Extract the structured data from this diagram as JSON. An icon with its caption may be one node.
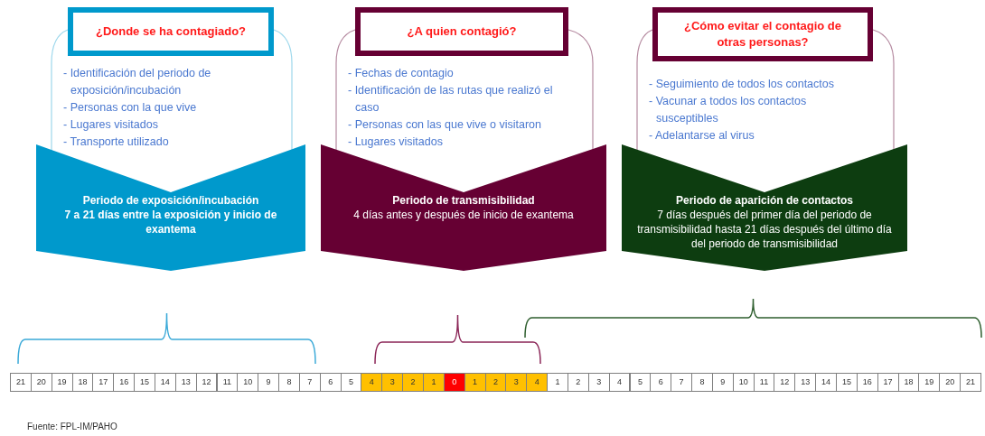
{
  "diagram": {
    "nodes": [
      {
        "text": [
          "- Identificación del periodo de exposición/incubación",
          "- Personas con la que vive",
          "- Lugares visitados",
          "- Transporte utilizado"
        ]
      },
      {
        "text": [
          "¿Donde se ha contagiado?"
        ],
        "in": 0
      },
      {
        "text": [
          "Periodo de exposición/incubación",
          "7 a 21 días entre la exposición y inicio de exantema"
        ],
        "in": 0
      },
      {
        "text": [
          "- Fechas de contagio",
          "- Identificación de las rutas que realizó el caso",
          "- Personas con las que vive o visitaron",
          "- Lugares visitados"
        ]
      },
      {
        "text": [
          "¿A quien contagió?"
        ],
        "in": 3
      },
      {
        "text": [
          "Periodo de transmisibilidad",
          "4 días antes y después de inicio de exantema"
        ],
        "in": 3
      },
      {
        "text": [
          "- Seguimiento de todos los contactos",
          "- Vacunar a todos los contactos susceptibles",
          "- Adelantarse al virus"
        ]
      },
      {
        "text": [
          "¿Cómo evitar el contagio de otras personas?"
        ],
        "in": 6
      },
      {
        "text": [
          "Periodo de aparición de contactos",
          "7 días después del primer día del periodo de transmisibilidad hasta 21 días después del último día del periodo de transmisibilidad"
        ],
        "in": 6
      }
    ],
    "labels": [
      "21",
      "20",
      "19",
      "18",
      "17",
      "16",
      "15",
      "14",
      "13",
      "12",
      "11",
      "10",
      "9",
      "8",
      "7",
      "6",
      "5",
      "4",
      "3",
      "2",
      "1",
      "0",
      "1",
      "2",
      "3",
      "4",
      "1",
      "2",
      "3",
      "4",
      "5",
      "6",
      "7",
      "8",
      "9",
      "10",
      "11",
      "12",
      "13",
      "14",
      "15",
      "16",
      "17",
      "18",
      "19",
      "20",
      "21",
      "Fuente: FPL-IM/PAHO"
    ]
  }
}
